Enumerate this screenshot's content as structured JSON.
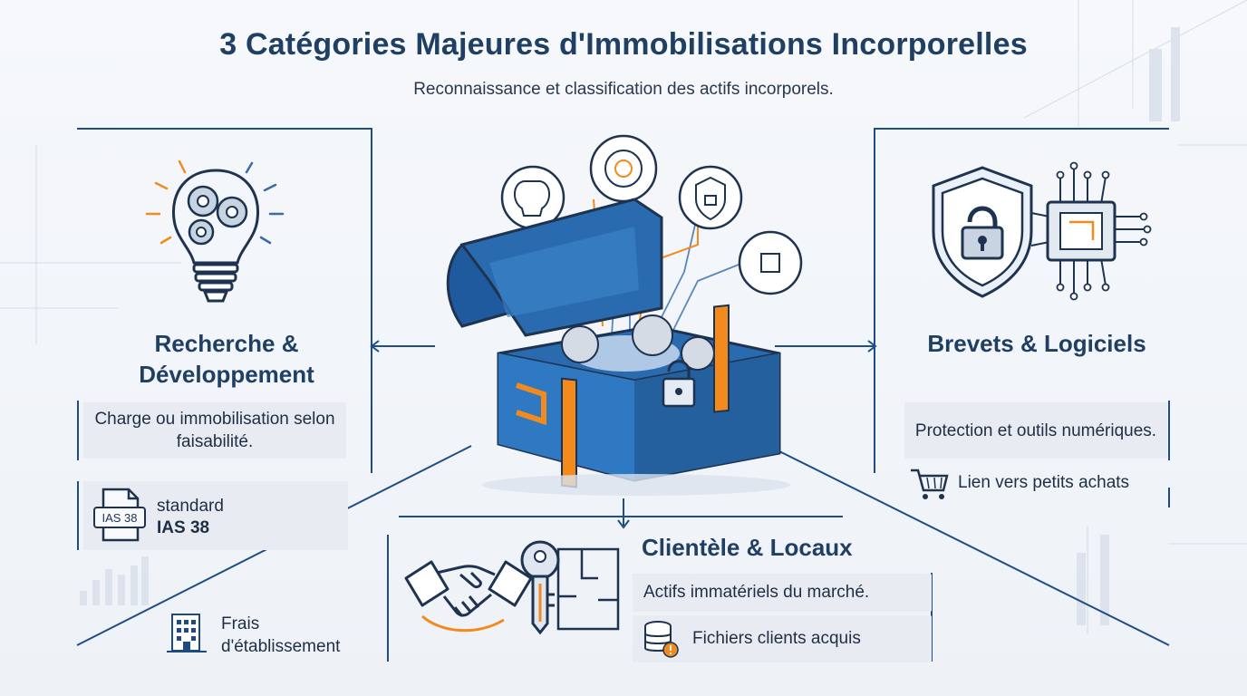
{
  "header": {
    "title": "3 Catégories Majeures d'Immobilisations Incorporelles",
    "subtitle": "Reconnaissance et classification des actifs incorporels."
  },
  "sections": {
    "rd": {
      "title": "Recherche & Développement",
      "note": "Charge ou immobilisation selon faisabilité.",
      "standard_label": "standard",
      "standard_name": "IAS 38",
      "doc_badge": "IAS 38",
      "extra": "Frais d'établissement"
    },
    "brevets": {
      "title": "Brevets & Logiciels",
      "note": "Protection et outils numériques.",
      "link": "Lien vers petits achats"
    },
    "clientele": {
      "title": "Clientèle & Locaux",
      "note": "Actifs immatériels du marché.",
      "extra": "Fichiers clients acquis"
    }
  },
  "colors": {
    "primary": "#1f4e86",
    "accent": "#f28a1e",
    "card": "#e8ecf2",
    "title": "#1f3f63"
  },
  "icons": {
    "rd": "lightbulb-gears-icon",
    "brevets": "shield-lock-chip-icon",
    "clientele": "handshake-key-icon",
    "center": "treasure-chest-icon"
  }
}
